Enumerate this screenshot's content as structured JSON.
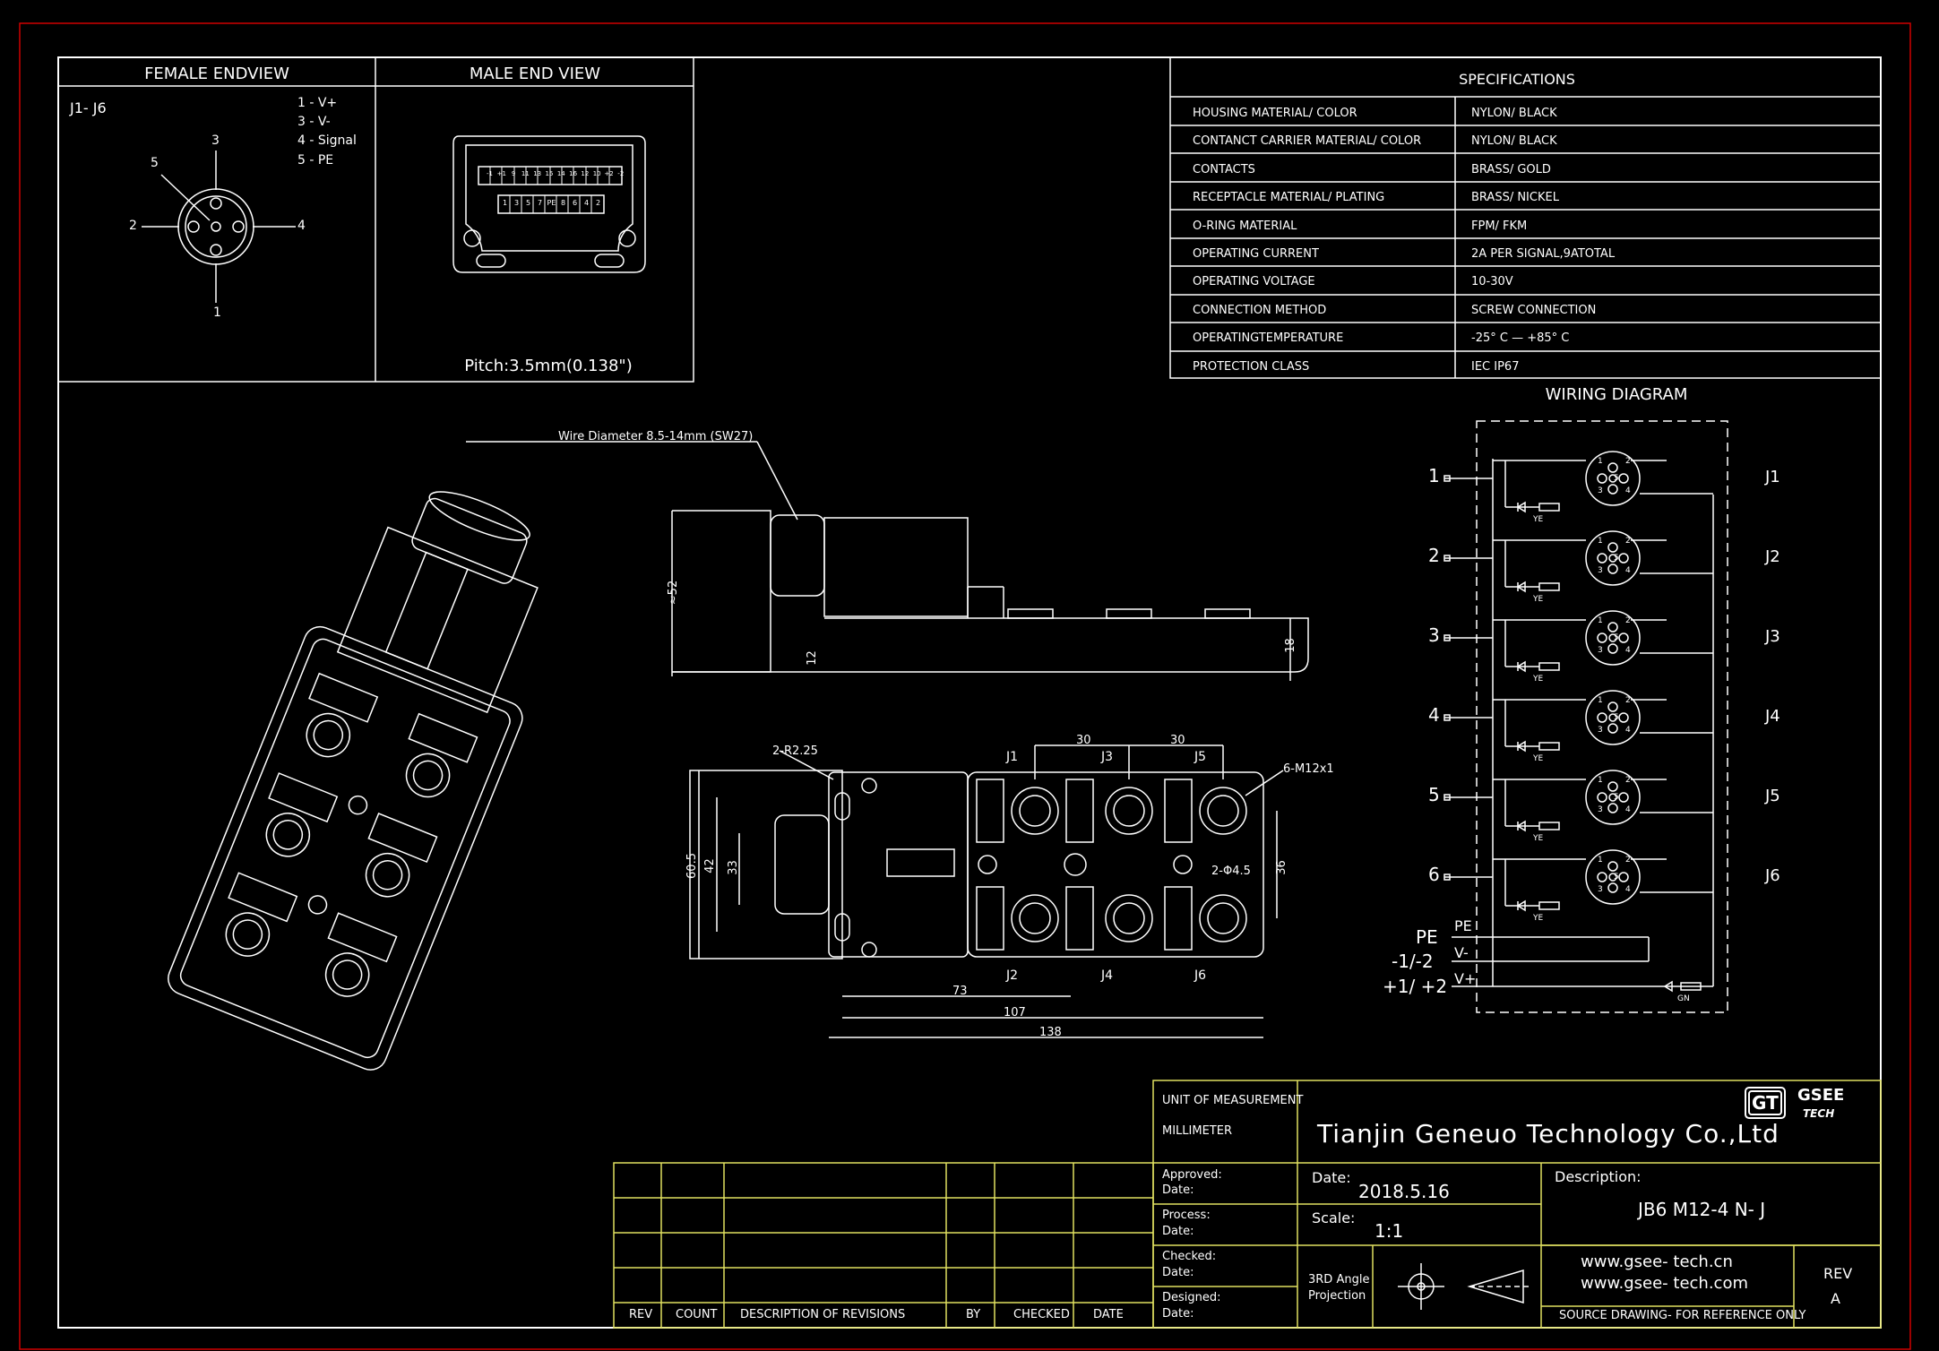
{
  "female_end_view": {
    "title": "FEMALE ENDVIEW",
    "ports_label": "J1- J6",
    "pin_numbers": [
      "1",
      "2",
      "3",
      "4",
      "5"
    ],
    "pin_legend": [
      "1 - V+",
      "3 - V-",
      "4 - Signal",
      "5 - PE"
    ]
  },
  "male_end_view": {
    "title": "MALE END VIEW",
    "terminal_row_top": [
      "-1",
      "+1",
      "9",
      "11",
      "13",
      "15",
      "14",
      "16",
      "12",
      "10",
      "+2",
      "-2"
    ],
    "terminal_row_bottom": [
      "1",
      "3",
      "5",
      "7",
      "PE",
      "8",
      "6",
      "4",
      "2"
    ],
    "pitch": "Pitch:3.5mm(0.138\")"
  },
  "specifications": {
    "title": "SPECIFICATIONS",
    "rows": [
      {
        "label": "HOUSING MATERIAL/ COLOR",
        "value": "NYLON/ BLACK"
      },
      {
        "label": "CONTANCT CARRIER MATERIAL/ COLOR",
        "value": "NYLON/ BLACK"
      },
      {
        "label": "CONTACTS",
        "value": "BRASS/ GOLD"
      },
      {
        "label": "RECEPTACLE MATERIAL/ PLATING",
        "value": "BRASS/ NICKEL"
      },
      {
        "label": "O-RING MATERIAL",
        "value": "FPM/ FKM"
      },
      {
        "label": "OPERATING CURRENT",
        "value": "2A PER SIGNAL,9ATOTAL"
      },
      {
        "label": "OPERATING VOLTAGE",
        "value": "10-30V"
      },
      {
        "label": "CONNECTION METHOD",
        "value": "SCREW CONNECTION"
      },
      {
        "label": "OPERATINGTEMPERATURE",
        "value": "-25° C  —  +85° C"
      },
      {
        "label": "PROTECTION CLASS",
        "value": "IEC  IP67"
      }
    ]
  },
  "side_view": {
    "wire_note": "Wire Diameter  8.5-14mm (SW27)",
    "dim_height": "≈52",
    "dim_base": "18",
    "dim_small": "12"
  },
  "top_view": {
    "mount_holes": "2-R2.25",
    "connector_callout": "6-M12x1",
    "hole_callout": "2-Φ4.5",
    "ports_top": [
      "J1",
      "J3",
      "J5"
    ],
    "ports_bottom": [
      "J2",
      "J4",
      "J6"
    ],
    "dim_pitch_1": "30",
    "dim_pitch_2": "30",
    "dim_73": "73",
    "dim_107": "107",
    "dim_138": "138",
    "dim_60_5": "60.5",
    "dim_42": "42",
    "dim_33": "33",
    "dim_36": "36"
  },
  "wiring_diagram": {
    "title": "WIRING   DIAGRAM",
    "inputs": [
      "1",
      "2",
      "3",
      "4",
      "5",
      "6"
    ],
    "ports": [
      "J1",
      "J2",
      "J3",
      "J4",
      "J5",
      "J6"
    ],
    "led_label": "YE",
    "power_led_label": "GN",
    "pe_left": "PE",
    "pe_right": "PE",
    "vminus_left": "-1/-2",
    "vminus_right": "V-",
    "vplus_left": "+1/ +2",
    "vplus_right": "V+",
    "pin_labels": [
      "1",
      "2",
      "3",
      "4",
      "5"
    ]
  },
  "title_block": {
    "unit_label": "UNIT OF MEASUREMENT",
    "unit_value": "MILLIMETER",
    "company": "Tianjin Geneuo Technology Co.,Ltd",
    "logo_gt": "GT",
    "logo_gsee": "GSEE",
    "logo_tech": "TECH",
    "approved": "Approved:",
    "process": "Process:",
    "checked": "Checked:",
    "designed": "Designed:",
    "date_label": "Date:",
    "date_value": "2018.5.16",
    "scale_label": "Scale:",
    "scale_value": "1:1",
    "description_label": "Description:",
    "description_value": "JB6 M12-4 N- J",
    "projection": [
      "3RD Angle",
      "Projection"
    ],
    "web1": "www.gsee- tech.cn",
    "web2": "www.gsee- tech.com",
    "rev_label": "REV",
    "rev_value": "A",
    "source_note": "SOURCE DRAWING- FOR REFERENCE ONLY"
  },
  "revision_table": {
    "headers": [
      "REV",
      "COUNT",
      "DESCRIPTION   OF   REVISIONS",
      "BY",
      "CHECKED",
      "DATE"
    ]
  },
  "colors": {
    "frame_red": "#d00000",
    "line": "#ffffff",
    "title_block": "#e0e060",
    "background": "#000000"
  }
}
